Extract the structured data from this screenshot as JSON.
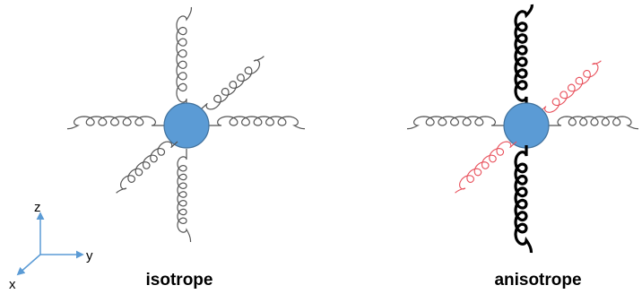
{
  "panels": [
    {
      "caption": "isotrope",
      "colors": {
        "sphere": "#5b9bd5",
        "sphere_outline": "#41719c",
        "spring_z": "#555555",
        "spring_y": "#555555",
        "spring_x": "#555555"
      }
    },
    {
      "caption": "anisotrope",
      "colors": {
        "sphere": "#5b9bd5",
        "sphere_outline": "#41719c",
        "spring_z": "#000000",
        "spring_y": "#555555",
        "spring_x": "#e8505b"
      }
    }
  ],
  "axes": {
    "labels": {
      "z": "z",
      "y": "y",
      "x": "x"
    },
    "color": "#5b9bd5"
  }
}
